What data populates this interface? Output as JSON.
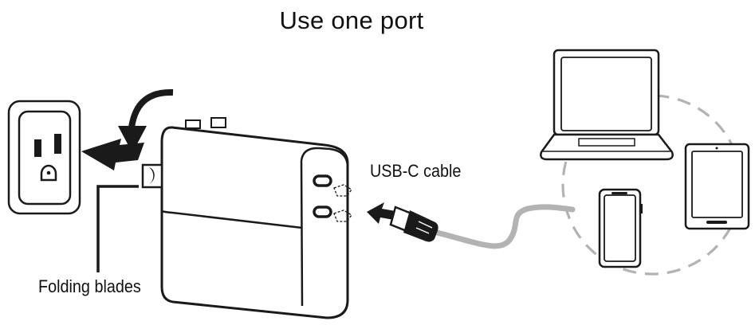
{
  "title": "Use one port",
  "labels": {
    "folding_blades": "Folding blades",
    "usb_c_cable": "USB-C cable"
  },
  "icons": [
    "wall-outlet-icon",
    "curved-arrow-icon",
    "push-arrow-icon",
    "charger-icon",
    "usb-c-plug-icon",
    "laptop-icon",
    "tablet-icon",
    "phone-icon"
  ],
  "colors": {
    "line": "#1a1a1a",
    "cable": "#b3b3b3",
    "dashed_circle": "#b3b3b3",
    "charger_fill": "#ffffff"
  }
}
